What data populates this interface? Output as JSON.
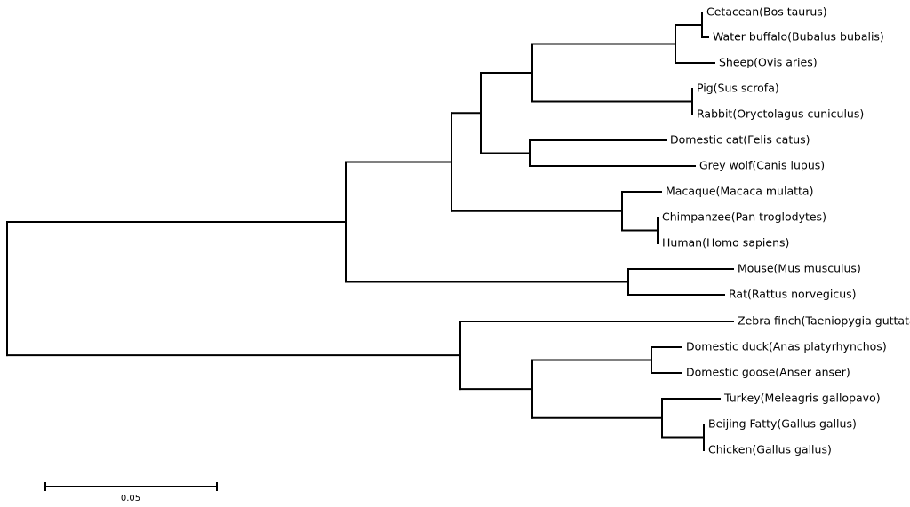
{
  "tree": {
    "leaves": [
      {
        "id": "cetacean",
        "label": "Cetacean(Bos taurus)"
      },
      {
        "id": "buffalo",
        "label": "Water buffalo(Bubalus bubalis)"
      },
      {
        "id": "sheep",
        "label": "Sheep(Ovis aries)"
      },
      {
        "id": "pig",
        "label": "Pig(Sus scrofa)"
      },
      {
        "id": "rabbit",
        "label": "Rabbit(Oryctolagus cuniculus)"
      },
      {
        "id": "cat",
        "label": "Domestic cat(Felis catus)"
      },
      {
        "id": "wolf",
        "label": "Grey wolf(Canis lupus)"
      },
      {
        "id": "macaque",
        "label": "Macaque(Macaca mulatta)"
      },
      {
        "id": "chimpanzee",
        "label": "Chimpanzee(Pan troglodytes)"
      },
      {
        "id": "human",
        "label": "Human(Homo sapiens)"
      },
      {
        "id": "mouse",
        "label": "Mouse(Mus musculus)"
      },
      {
        "id": "rat",
        "label": "Rat(Rattus norvegicus)"
      },
      {
        "id": "zebrafinch",
        "label": "Zebra finch(Taeniopygia guttata)"
      },
      {
        "id": "duck",
        "label": "Domestic duck(Anas platyrhynchos)"
      },
      {
        "id": "goose",
        "label": "Domestic goose(Anser anser)"
      },
      {
        "id": "turkey",
        "label": "Turkey(Meleagris gallopavo)"
      },
      {
        "id": "beijingfatty",
        "label": "Beijing Fatty(Gallus gallus)"
      },
      {
        "id": "chicken",
        "label": "Chicken(Gallus gallus)"
      }
    ]
  },
  "scale_bar": {
    "label": "0.05",
    "value": 0.05
  }
}
